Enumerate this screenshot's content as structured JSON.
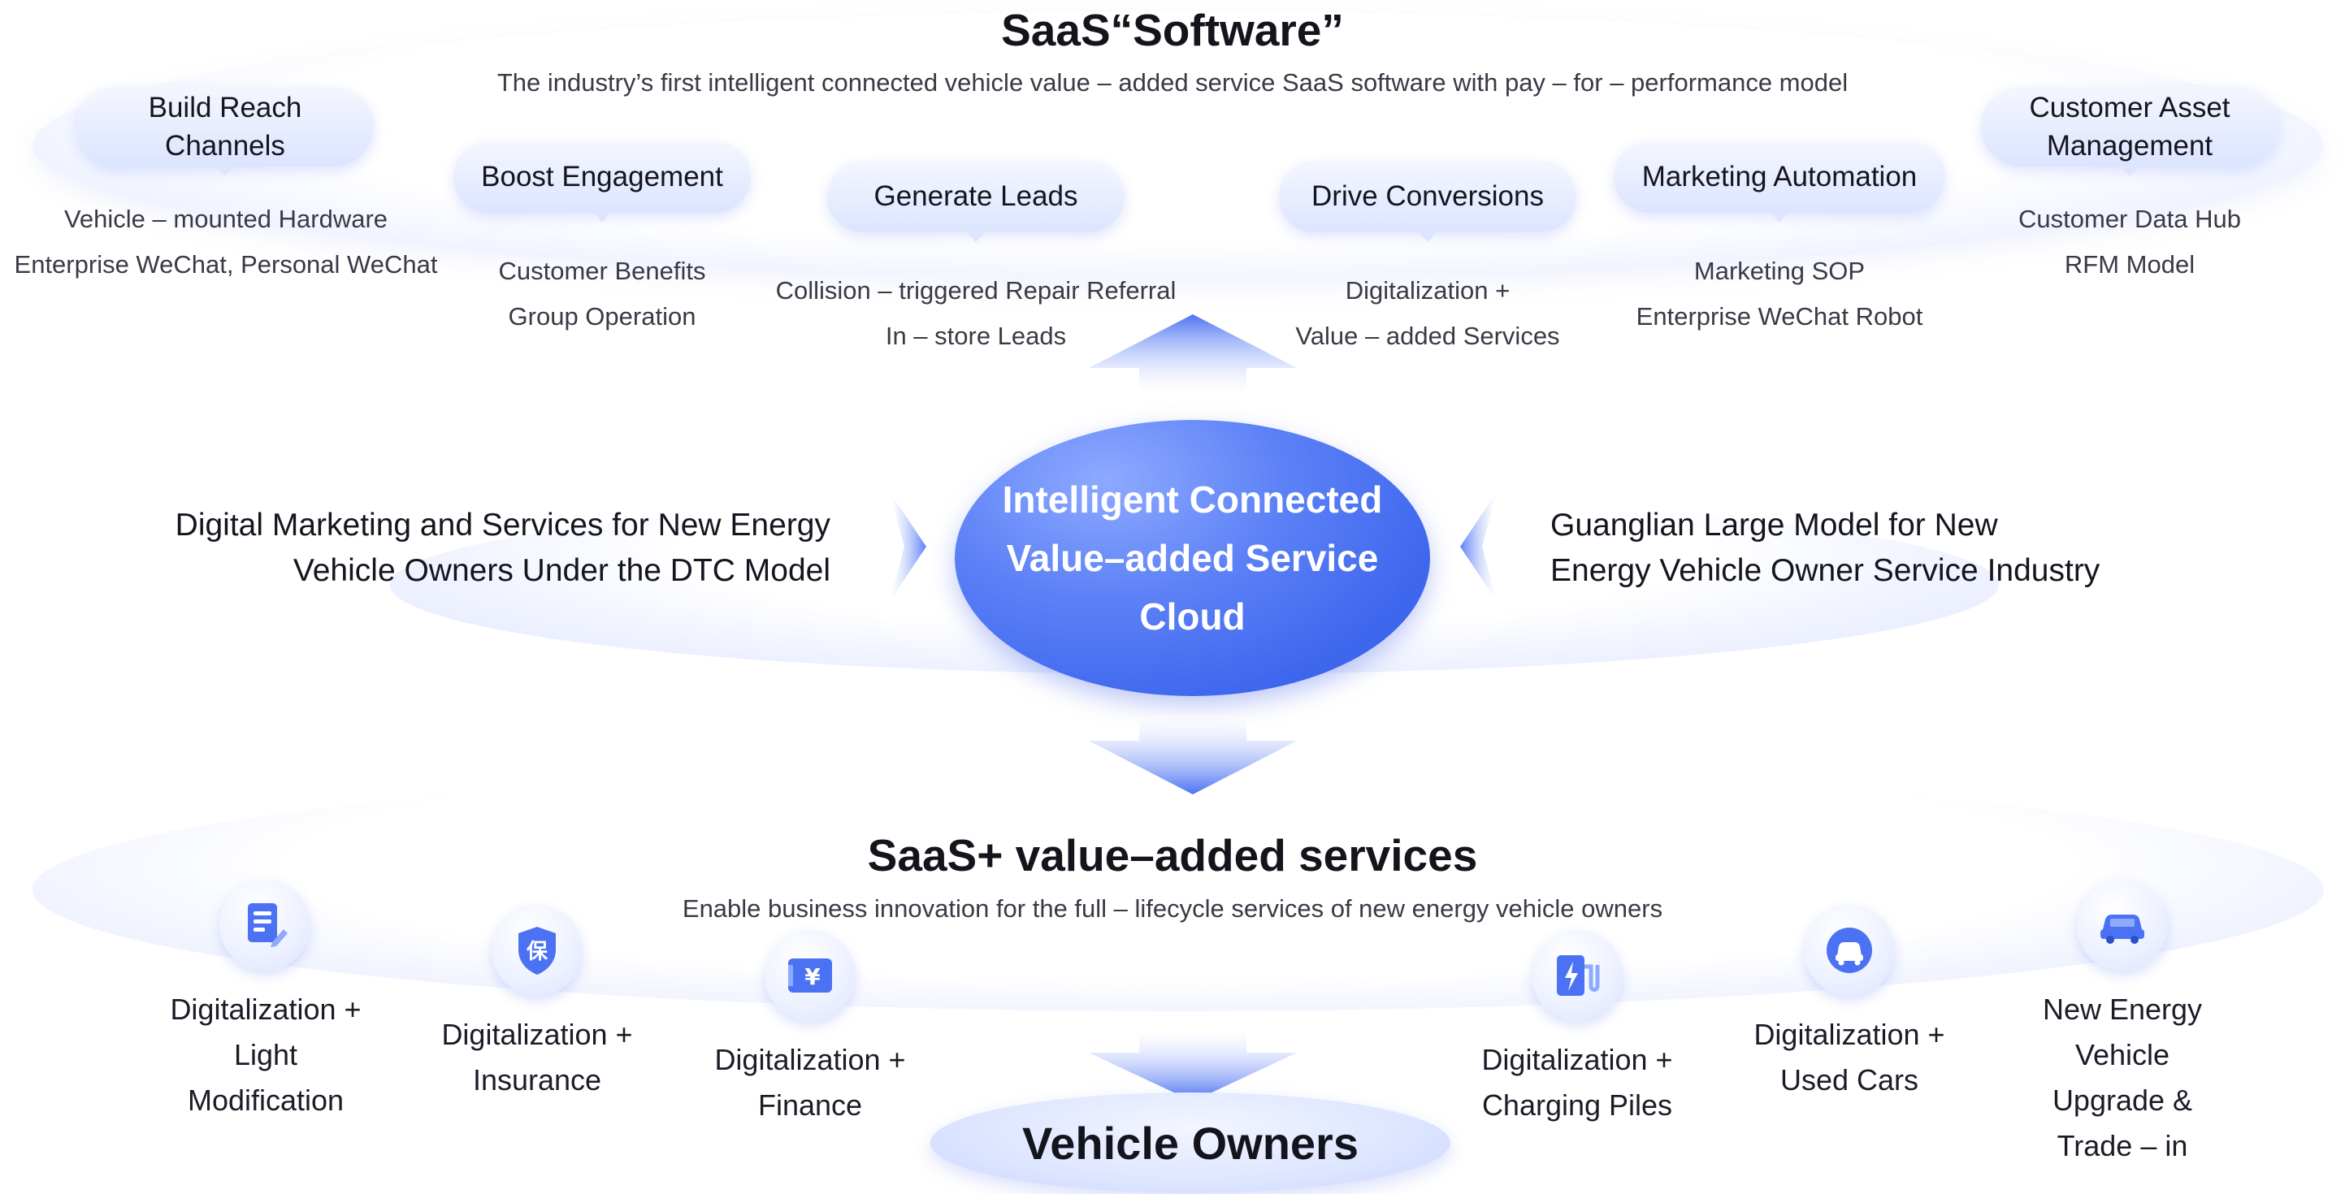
{
  "top": {
    "title": "SaaS“Software”",
    "subtitle": "The industry’s first intelligent connected vehicle value – added service SaaS software with pay – for – performance model",
    "pills": [
      {
        "lines": [
          "Build Reach",
          "Channels"
        ],
        "sub": [
          "Vehicle – mounted Hardware",
          "Enterprise WeChat, Personal WeChat"
        ]
      },
      {
        "lines": [
          "Boost Engagement"
        ],
        "sub": [
          "Customer Benefits",
          "Group Operation"
        ]
      },
      {
        "lines": [
          "Generate Leads"
        ],
        "sub": [
          "Collision – triggered Repair Referral",
          "In – store Leads"
        ]
      },
      {
        "lines": [
          "Drive Conversions"
        ],
        "sub": [
          "Digitalization +",
          "Value – added Services"
        ]
      },
      {
        "lines": [
          "Marketing Automation"
        ],
        "sub": [
          "Marketing SOP",
          "Enterprise WeChat Robot"
        ]
      },
      {
        "lines": [
          "Customer Asset",
          "Management"
        ],
        "sub": [
          "Customer Data Hub",
          "RFM Model"
        ]
      }
    ]
  },
  "middle": {
    "left_lines": [
      "Digital Marketing and Services for New Energy",
      "Vehicle Owners Under the DTC Model"
    ],
    "right_lines": [
      "Guanglian Large Model for New",
      "Energy Vehicle Owner Service Industry"
    ],
    "cloud_lines": [
      "Intelligent Connected",
      "Value–added Service",
      "Cloud"
    ]
  },
  "bottom": {
    "title": "SaaS+ value–added services",
    "subtitle": "Enable business innovation for the full – lifecycle services of new energy vehicle owners",
    "services": [
      {
        "icon": "document-edit-icon",
        "lines": [
          "Digitalization +",
          "Light",
          "Modification"
        ]
      },
      {
        "icon": "insurance-shield-icon",
        "glyph": "保",
        "lines": [
          "Digitalization +",
          "Insurance"
        ]
      },
      {
        "icon": "yuan-card-icon",
        "glyph": "¥",
        "lines": [
          "Digitalization +",
          "Finance"
        ]
      },
      {
        "icon": "charging-pile-icon",
        "lines": [
          "Digitalization +",
          "Charging Piles"
        ]
      },
      {
        "icon": "used-car-icon",
        "lines": [
          "Digitalization +",
          "Used Cars"
        ]
      },
      {
        "icon": "new-car-icon",
        "lines": [
          "New Energy",
          "Vehicle",
          "Upgrade &",
          "Trade – in"
        ]
      }
    ],
    "owners": "Vehicle Owners"
  },
  "colors": {
    "accent": "#3f67ee",
    "pill": "#dce4ff",
    "text": "#1c1c28"
  }
}
